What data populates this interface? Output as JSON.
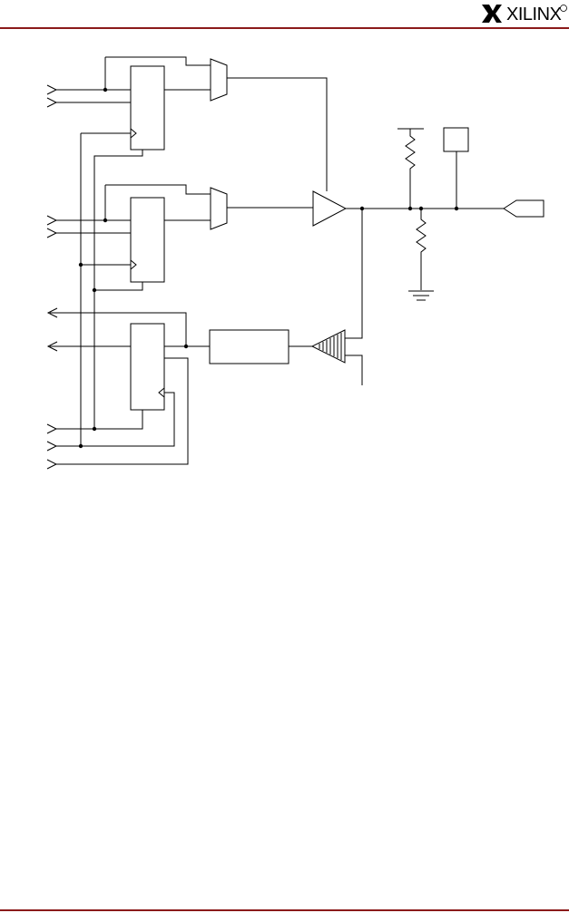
{
  "header": {
    "logo_text": "XILINX",
    "logo_mark": "registered-mark"
  },
  "colors": {
    "rule": "#8b1a1a",
    "ink": "#000000"
  },
  "diagram": {
    "blocks": [
      "output-register",
      "tristate-register",
      "input-register",
      "delay-element",
      "output-buffer",
      "input-buffer",
      "pad-box"
    ],
    "passives": [
      "pull-up-resistor",
      "pull-down-resistor",
      "ground-symbol",
      "vcc-rail"
    ]
  }
}
